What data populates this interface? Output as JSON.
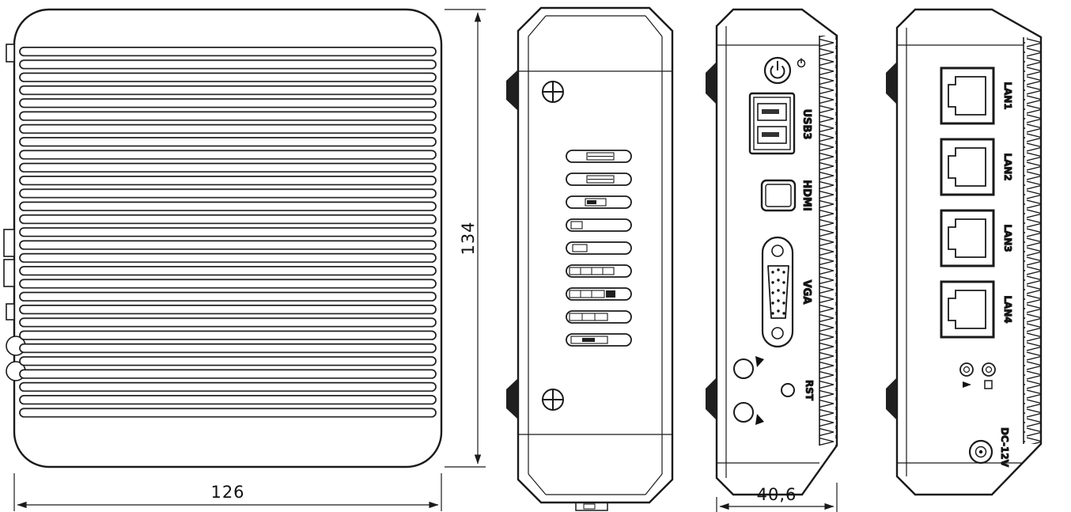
{
  "dimensions": {
    "body_width_mm": "126",
    "body_height_mm": "134",
    "body_depth_mm": "40,6"
  },
  "front_panel": {
    "usb_label": "USB3",
    "hdmi_label": "HDMI",
    "vga_label": "VGA",
    "reset_label": "RST"
  },
  "rear_panel": {
    "lan_labels": [
      "LAN1",
      "LAN2",
      "LAN3",
      "LAN4"
    ],
    "dc_label": "DC-12V"
  },
  "icons": {
    "power_button": "power-symbol",
    "power_indicator": "small-power-glyph",
    "screw": "phillips-cross",
    "antenna_marker": "filled-triangle",
    "led_activity": "arrow-triangle",
    "led_status": "small-square"
  },
  "colors": {
    "line": "#1a1a1a",
    "background": "#ffffff",
    "bracket_fill": "#1f1f1f"
  }
}
